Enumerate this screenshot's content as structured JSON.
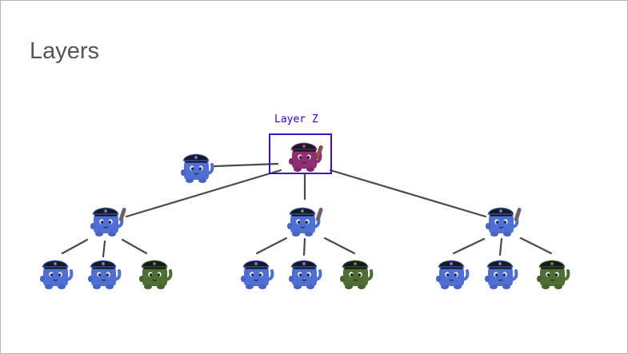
{
  "slide": {
    "title": "Layers"
  },
  "diagram": {
    "highlight_label": "Layer Z",
    "colors": {
      "highlight_box": "#3a10c8",
      "label": "#3300cc",
      "connector": "#4a4a4a",
      "blue_body": "#4f6fd4",
      "purple_body": "#8e2f74",
      "green_body": "#4e6e33",
      "hat": "#151922",
      "baton": "#8b5a2b"
    },
    "nodes": [
      {
        "id": "top",
        "color": "purple",
        "role": "highlighted",
        "icon": "officer-mascot-icon"
      },
      {
        "id": "side",
        "color": "blue",
        "icon": "officer-mascot-icon"
      },
      {
        "id": "mid-left",
        "color": "blue",
        "icon": "officer-mascot-icon"
      },
      {
        "id": "mid-center",
        "color": "blue",
        "icon": "officer-mascot-icon"
      },
      {
        "id": "mid-right",
        "color": "blue",
        "icon": "officer-mascot-icon"
      },
      {
        "id": "leaf-1",
        "color": "blue",
        "icon": "officer-mascot-icon"
      },
      {
        "id": "leaf-2",
        "color": "blue",
        "icon": "officer-mascot-icon"
      },
      {
        "id": "leaf-3",
        "color": "green",
        "icon": "officer-mascot-icon"
      },
      {
        "id": "leaf-4",
        "color": "blue",
        "icon": "officer-mascot-icon"
      },
      {
        "id": "leaf-5",
        "color": "blue",
        "icon": "officer-mascot-icon"
      },
      {
        "id": "leaf-6",
        "color": "green",
        "icon": "officer-mascot-icon"
      },
      {
        "id": "leaf-7",
        "color": "blue",
        "icon": "officer-mascot-icon"
      },
      {
        "id": "leaf-8",
        "color": "blue",
        "icon": "officer-mascot-icon"
      },
      {
        "id": "leaf-9",
        "color": "green",
        "icon": "officer-mascot-icon"
      }
    ],
    "edges": [
      [
        "top",
        "side"
      ],
      [
        "top",
        "mid-left"
      ],
      [
        "top",
        "mid-center"
      ],
      [
        "top",
        "mid-right"
      ],
      [
        "mid-left",
        "leaf-1"
      ],
      [
        "mid-left",
        "leaf-2"
      ],
      [
        "mid-left",
        "leaf-3"
      ],
      [
        "mid-center",
        "leaf-4"
      ],
      [
        "mid-center",
        "leaf-5"
      ],
      [
        "mid-center",
        "leaf-6"
      ],
      [
        "mid-right",
        "leaf-7"
      ],
      [
        "mid-right",
        "leaf-8"
      ],
      [
        "mid-right",
        "leaf-9"
      ]
    ]
  }
}
